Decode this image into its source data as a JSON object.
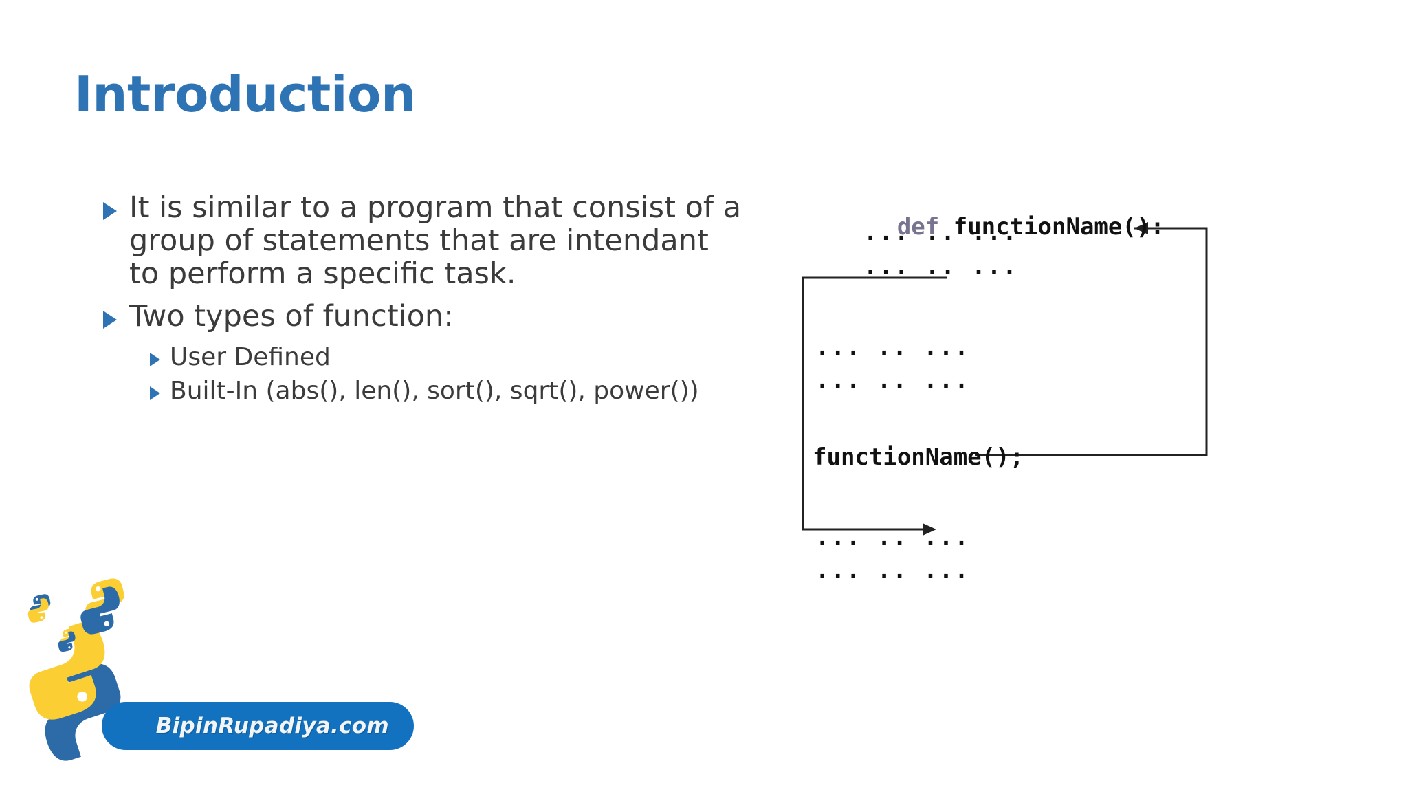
{
  "slide": {
    "title": "Introduction",
    "title_color": "#2E74B5",
    "background_color": "#ffffff",
    "body_text_color": "#3B3B3B"
  },
  "bullets": [
    {
      "level": 1,
      "text": "It is similar to a program that consist of a group of statements that are intendant to perform a specific task."
    },
    {
      "level": 1,
      "text": "Two types of function:"
    },
    {
      "level": 2,
      "text": "User Defined"
    },
    {
      "level": 2,
      "text": "Built-In (abs(), len(), sort(), sqrt(), power())"
    }
  ],
  "diagram": {
    "name": "function-call-flow-diagram",
    "keyword": "def ",
    "signature": "functionName():",
    "call": "functionName();",
    "dots_pattern": "... .. ...",
    "line_color": "#222222",
    "keyword_color": "#77748F",
    "code_color": "#111111",
    "dot_rows": [
      "... .. ...",
      "... .. ...",
      "... .. ...",
      "... .. ...",
      "... .. ...",
      "... .. ..."
    ],
    "arrows": [
      {
        "name": "return-arrow",
        "direction": "left",
        "from": "functionName();",
        "to": "first-body-line"
      },
      {
        "name": "call-arrow",
        "direction": "right",
        "from": "caller-context",
        "to": "after-call-line"
      }
    ]
  },
  "brand": {
    "label": "BipinRupadiya.com",
    "pill_color": "#1272C0",
    "text_color": "#F2F4F6"
  },
  "logo": {
    "name": "python-logo",
    "blue": "#2C6AA8",
    "yellow": "#FBCE34"
  }
}
